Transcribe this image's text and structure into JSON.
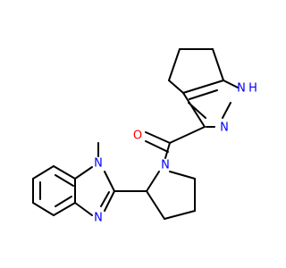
{
  "molecule": {
    "colors": {
      "bond": "#000000",
      "nitrogen": "#0000ff",
      "oxygen": "#ff0000"
    },
    "atoms": {
      "nh_label": "N",
      "nh_h_label": "H",
      "n_pyrazole_label": "N",
      "o_label": "O",
      "n_pyrrolidine_label": "N",
      "n_methyl_label": "N",
      "n_benzimidazole_label": "N"
    }
  }
}
